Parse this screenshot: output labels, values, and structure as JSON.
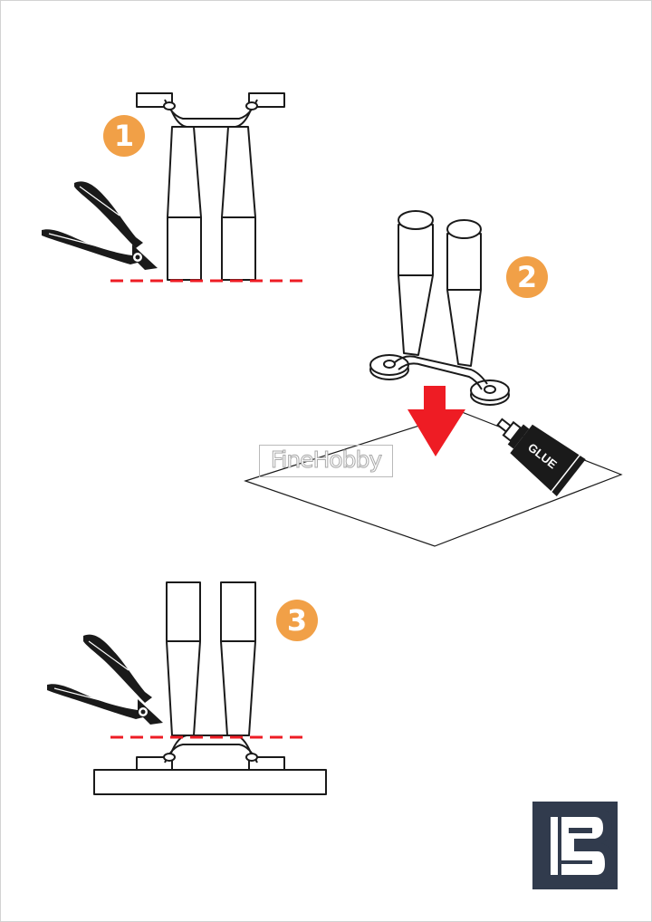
{
  "steps": [
    {
      "number": "1"
    },
    {
      "number": "2"
    },
    {
      "number": "3"
    }
  ],
  "glue_tube": {
    "label": "GLUE"
  },
  "watermark": {
    "text": "FineHobby"
  },
  "logo": {
    "letter": "B"
  },
  "colors": {
    "badge": "#f1a047",
    "cut_line": "#ee1c24",
    "arrow": "#ee1c24",
    "logo_bg": "#313b4d",
    "outline": "#1a1a1a"
  }
}
